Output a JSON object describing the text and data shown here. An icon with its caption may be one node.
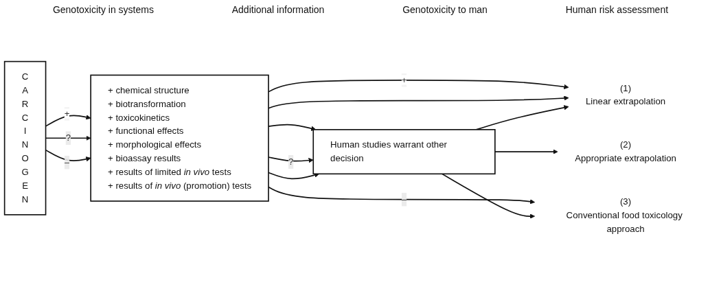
{
  "diagram": {
    "nodes": [
      {
        "text": [
          "CARCINOGEN"
        ]
      },
      {
        "text": [
          "+ chemical structure",
          "+ biotransformation",
          "+ toxicokinetics",
          "+ functional effects",
          "+ morphological effects",
          "+ bioassay results",
          "+ results of limited *in vivo* tests",
          "+ results of *in vivo* (promotion) tests"
        ]
      },
      {
        "text": [
          "Human studies warrant other decision"
        ]
      },
      {
        "text": [
          "(1)",
          "Linear extrapolation"
        ]
      },
      {
        "text": [
          "(2)",
          "Appropriate extrapolation"
        ]
      },
      {
        "text": [
          "(3)",
          "Conventional food toxicology approach"
        ]
      }
    ],
    "edges": [
      {
        "from": 0,
        "to": 1,
        "arrow": "to",
        "label": "+"
      },
      {
        "from": 0,
        "to": 1,
        "arrow": "to",
        "label": "?"
      },
      {
        "from": 0,
        "to": 1,
        "arrow": "to",
        "label": "–"
      },
      {
        "from": 1,
        "to": 3,
        "arrow": "to",
        "label": "+"
      },
      {
        "from": 1,
        "to": 2,
        "arrow": "to"
      },
      {
        "from": 1,
        "to": 2,
        "arrow": "to",
        "label": "?"
      },
      {
        "from": 1,
        "to": 3,
        "arrow": "to"
      },
      {
        "from": 1,
        "to": 5,
        "arrow": "to",
        "label": "–"
      },
      {
        "from": 1,
        "to": 2,
        "arrow": "to"
      },
      {
        "from": 2,
        "to": 3,
        "arrow": "to"
      },
      {
        "from": 2,
        "to": 4,
        "arrow": "to"
      },
      {
        "from": 2,
        "to": 5,
        "arrow": "to"
      }
    ],
    "labels": [
      "Genotoxicity in systems",
      "Additional information",
      "Genotoxicity to man",
      "Human risk assessment"
    ]
  }
}
